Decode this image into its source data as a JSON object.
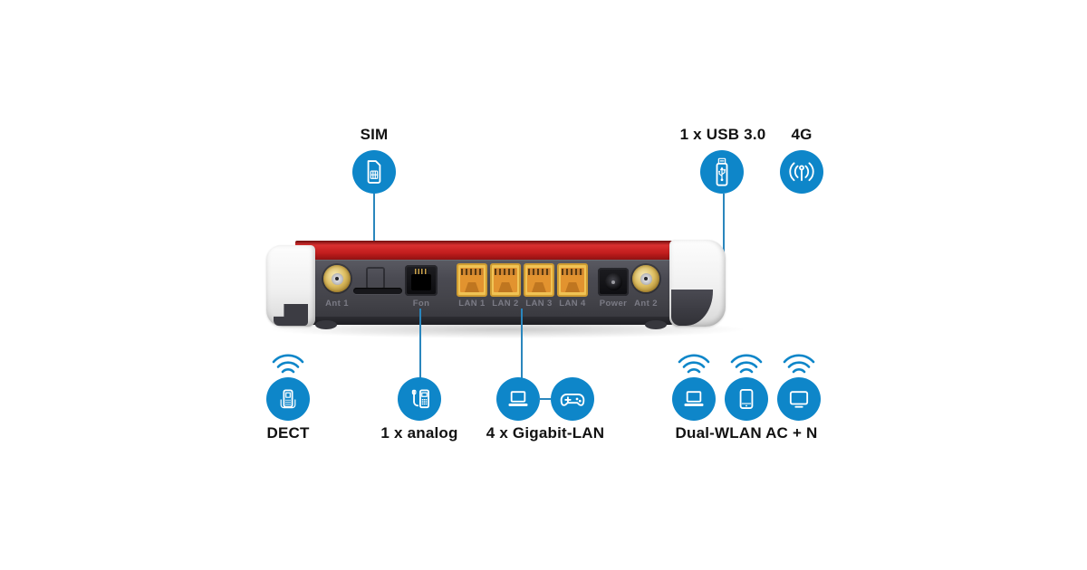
{
  "page": {
    "background": "#ffffff",
    "description_text_color": "#121212"
  },
  "colors": {
    "accent_blue": "#0e86c9",
    "callout_line_blue": "#2a86bd",
    "device_red": "#c11d1d",
    "device_gray": "#45454c",
    "cap_white": "#f2f2f2",
    "lan_yellow": "#f0c355",
    "lan_orange": "#e2932f",
    "antenna_gold": "#ddbe62",
    "port_label_gray": "#7b7b85"
  },
  "callouts": {
    "sim": {
      "label": "SIM",
      "icon": "sim-card"
    },
    "usb3": {
      "label": "1 x USB 3.0",
      "icon": "usb-stick"
    },
    "lte4g": {
      "label": "4G",
      "icon": "antenna-signal"
    },
    "dect": {
      "label": "DECT",
      "icon": "cordless-phone"
    },
    "analog": {
      "label": "1 x analog",
      "icon": "desk-phone"
    },
    "gigabit_lan": {
      "label": "4 x Gigabit-LAN",
      "icons": [
        "laptop",
        "game-controller"
      ]
    },
    "dual_wlan": {
      "label": "Dual-WLAN AC + N",
      "icons": [
        "laptop",
        "smartphone",
        "tv"
      ]
    }
  },
  "device": {
    "type": "router-rear-view",
    "port_labels": {
      "ant1": "Ant 1",
      "fon": "Fon",
      "lan1": "LAN 1",
      "lan2": "LAN 2",
      "lan3": "LAN 3",
      "lan4": "LAN 4",
      "power": "Power",
      "ant2": "Ant 2"
    }
  }
}
